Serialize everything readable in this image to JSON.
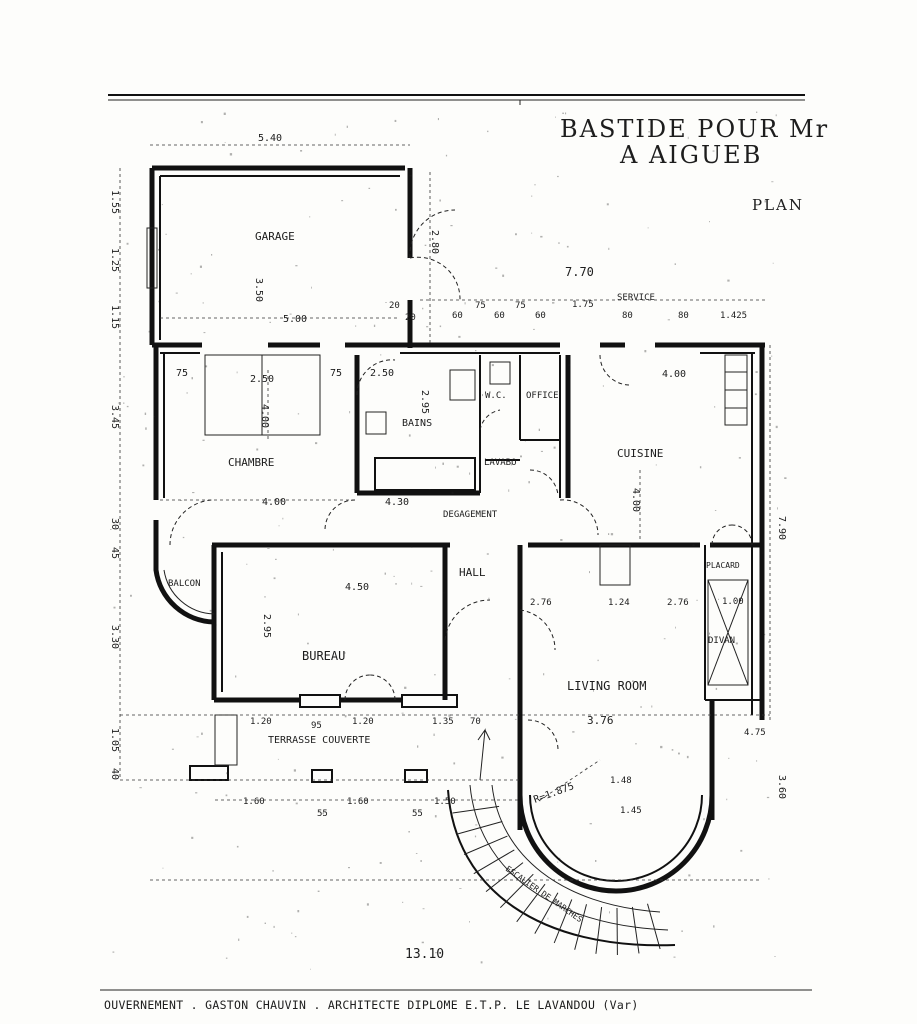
{
  "title": {
    "line1": "BASTIDE POUR Mr",
    "line2": "A AIGUEB",
    "line3": "PLAN"
  },
  "footer": "OUVERNEMENT . GASTON CHAUVIN . ARCHITECTE DIPLOME E.T.P. LE LAVANDOU (Var)",
  "rooms": {
    "garage": "GARAGE",
    "chambre": "CHAMBRE",
    "bains": "BAINS",
    "wc": "W.C.",
    "office": "OFFICE",
    "lavabo": "LAVABO",
    "cuisine": "CUISINE",
    "degagement": "DEGAGEMENT",
    "hall": "HALL",
    "placard": "PLACARD",
    "balcon": "BALCON",
    "bureau": "BUREAU",
    "living": "LIVING ROOM",
    "divan": "DIVAN",
    "terrasse": "TERRASSE COUVERTE",
    "service": "SERVICE",
    "escalier": "ESCALIER DE MARCHES"
  },
  "dimensions": {
    "top_540": "5.40",
    "garage_500": "5.00",
    "garage_350": "3.50",
    "garage_280": "2.80",
    "overall_770": "7.70",
    "left_155": "1.55",
    "left_125": "1.25",
    "left_115": "1.15",
    "left_345": "3.45",
    "left_30": "30",
    "left_45": "45",
    "left_330": "3.30",
    "left_105": "1.05",
    "left_40": "40",
    "chambre_75a": "75",
    "chambre_250": "2.50",
    "chambre_75b": "75",
    "chambre_400v": "4.00",
    "chambre_400h": "4.00",
    "bains_250": "2.50",
    "bains_295": "2.95",
    "deg_430": "4.30",
    "cuisine_400h": "4.00",
    "cuisine_400v": "4.00",
    "row_20a": "20",
    "row_20b": "20",
    "row_60a": "60",
    "row_75a": "75",
    "row_60b": "60",
    "row_75b": "75",
    "row_60c": "60",
    "row_175": "1.75",
    "row_80a": "80",
    "row_80b": "80",
    "row_1425": "1.425",
    "bureau_450": "4.50",
    "bureau_295": "2.95",
    "living_276a": "2.76",
    "living_124": "1.24",
    "living_276b": "2.76",
    "living_376": "3.76",
    "living_100": "1.00",
    "ter_120a": "1.20",
    "ter_95": "95",
    "ter_120b": "1.20",
    "ter_135": "1.35",
    "ter_70": "70",
    "bot_160a": "1.60",
    "bot_160b": "1.60",
    "bot_55a": "55",
    "bot_55b": "55",
    "bot_150": "1.50",
    "radius": "R=1.875",
    "living_148": "1.48",
    "living_145": "1.45",
    "right_790": "7.90",
    "right_360": "3.60",
    "right_475": "4.75",
    "total_1310": "13.10"
  }
}
